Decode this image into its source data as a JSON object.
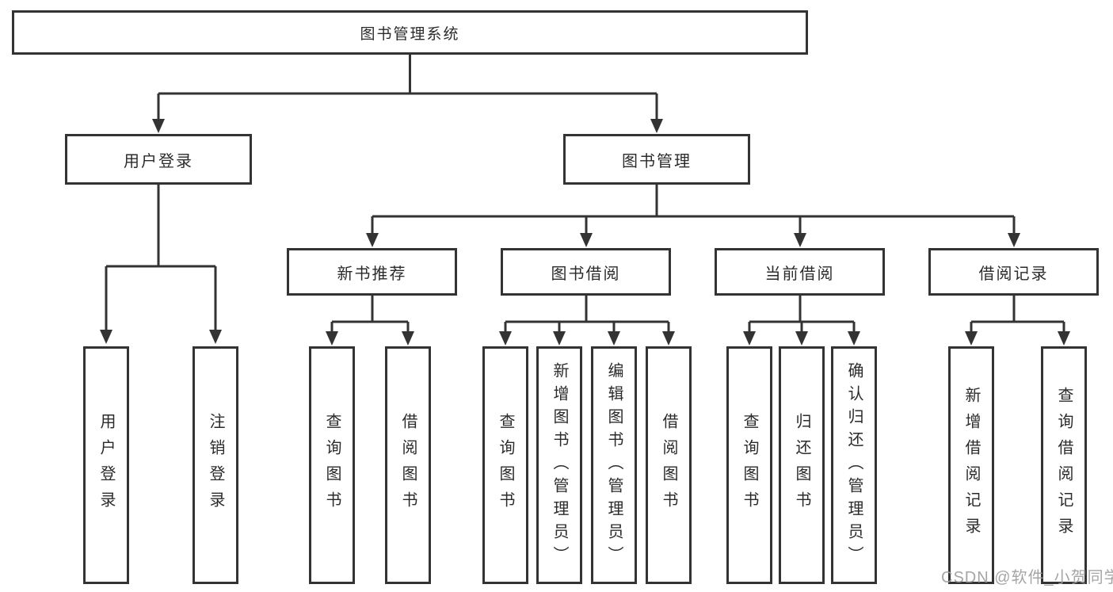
{
  "colors": {
    "line": "#333333",
    "border": "#333333",
    "text": "#2b2b2b",
    "watermark": "#9e9e9e",
    "bg": "#ffffff"
  },
  "watermark": "CSDN @软件_小贺同学",
  "tree": {
    "root": "图书管理系统",
    "user_login": {
      "label": "用户登录",
      "children": [
        "用户登录",
        "注销登录"
      ]
    },
    "book_mgmt": {
      "label": "图书管理",
      "sections": {
        "new_book_rec": {
          "label": "新书推荐",
          "children": [
            "查询图书",
            "借阅图书"
          ]
        },
        "book_borrow": {
          "label": "图书借阅",
          "children": [
            "查询图书",
            "新增图书（管理员）",
            "编辑图书（管理员）",
            "借阅图书"
          ]
        },
        "current_borrow": {
          "label": "当前借阅",
          "children": [
            "查询图书",
            "归还图书",
            "确认归还（管理员）"
          ]
        },
        "borrow_records": {
          "label": "借阅记录",
          "children": [
            "新增借阅记录",
            "查询借阅记录"
          ]
        }
      }
    }
  }
}
